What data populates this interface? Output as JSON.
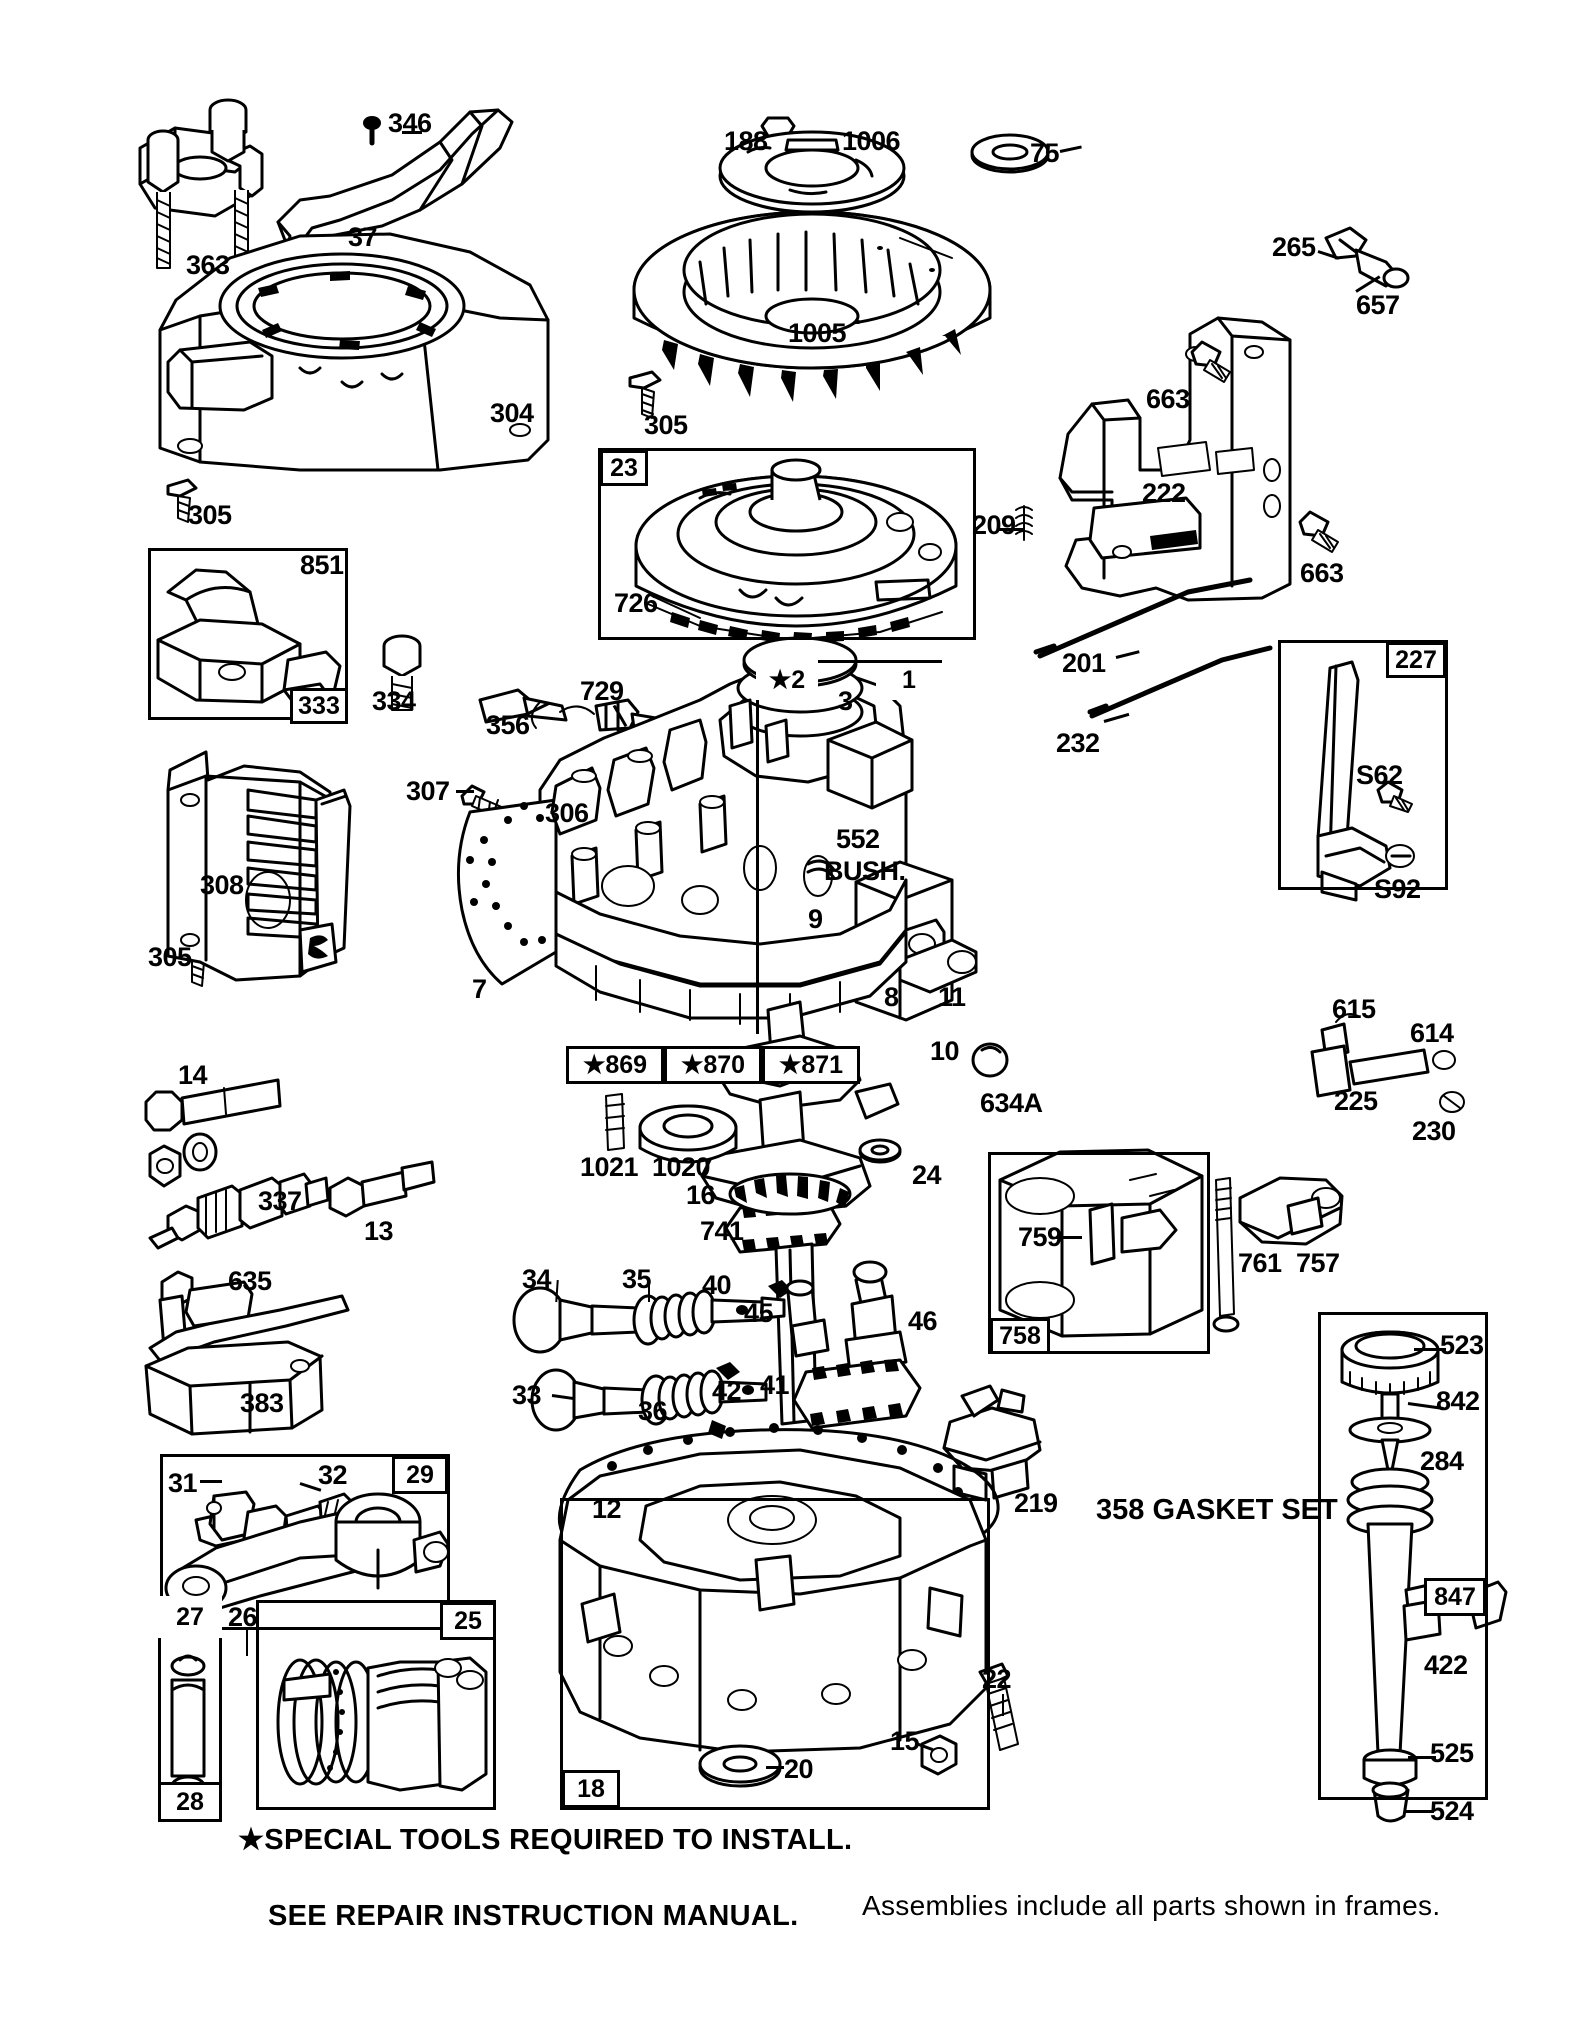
{
  "document": {
    "type": "exploded-parts-diagram",
    "subject": "Small engine (vertical shaft) parts breakdown"
  },
  "footer": {
    "special_tools": "★SPECIAL TOOLS REQUIRED TO INSTALL.",
    "manual": "SEE REPAIR INSTRUCTION MANUAL.",
    "assemblies": "Assemblies include all parts shown in frames.",
    "gasket_set": "358 GASKET SET"
  },
  "frames": [
    {
      "number": "23",
      "position": "top-left-of-frame",
      "note": "flywheel / armature group"
    },
    {
      "number": "726",
      "position": "bottom-left-of-frame",
      "note": "starter clutch assembly"
    },
    {
      "number": "333",
      "position": "bottom-left-of-frame",
      "note": "blower housing bracket group"
    },
    {
      "number": "227",
      "position": "top-right-of-frame",
      "note": "governor lever group"
    },
    {
      "number": "758",
      "position": "bottom-left-of-frame",
      "note": "connecting rod / cap group"
    },
    {
      "number": "847",
      "position": "right-of-frame",
      "note": "dipstick and tube group"
    },
    {
      "number": "29",
      "position": "top-right-of-frame",
      "note": "connecting rod assembly"
    },
    {
      "number": "27",
      "position": "top-left-of-frame",
      "note": "piston pin lock group"
    },
    {
      "number": "28",
      "position": "bottom-left-of-frame",
      "note": "piston pin lock group tag"
    },
    {
      "number": "26",
      "position": "top-left-inside",
      "note": "ring set callout"
    },
    {
      "number": "25",
      "position": "top-right-of-frame",
      "note": "piston assembly"
    },
    {
      "number": "18",
      "position": "bottom-left-of-frame",
      "note": "sump / oil pan"
    },
    {
      "number": "1",
      "position": "top-right-of-frame",
      "note": "cylinder assembly"
    }
  ],
  "callouts": [
    {
      "id": "363",
      "label": "363"
    },
    {
      "id": "346",
      "label": "346"
    },
    {
      "id": "37",
      "label": "37"
    },
    {
      "id": "188",
      "label": "188"
    },
    {
      "id": "1006",
      "label": "1006"
    },
    {
      "id": "75",
      "label": "75"
    },
    {
      "id": "1005",
      "label": "1005"
    },
    {
      "id": "265",
      "label": "265"
    },
    {
      "id": "657",
      "label": "657"
    },
    {
      "id": "304",
      "label": "304"
    },
    {
      "id": "305a",
      "label": "305"
    },
    {
      "id": "305b",
      "label": "305"
    },
    {
      "id": "305c",
      "label": "305"
    },
    {
      "id": "663a",
      "label": "663"
    },
    {
      "id": "663b",
      "label": "663"
    },
    {
      "id": "222",
      "label": "222"
    },
    {
      "id": "209",
      "label": "209"
    },
    {
      "id": "201",
      "label": "201"
    },
    {
      "id": "232",
      "label": "232"
    },
    {
      "id": "851",
      "label": "851"
    },
    {
      "id": "334",
      "label": "334"
    },
    {
      "id": "356",
      "label": "356"
    },
    {
      "id": "729",
      "label": "729"
    },
    {
      "id": "307",
      "label": "307"
    },
    {
      "id": "306",
      "label": "306"
    },
    {
      "id": "star2",
      "label": "★2"
    },
    {
      "id": "3",
      "label": "3"
    },
    {
      "id": "552",
      "label": "552"
    },
    {
      "id": "BUSH",
      "label": "BUSH."
    },
    {
      "id": "9",
      "label": "9"
    },
    {
      "id": "8",
      "label": "8"
    },
    {
      "id": "11",
      "label": "11"
    },
    {
      "id": "10",
      "label": "10"
    },
    {
      "id": "7",
      "label": "7"
    },
    {
      "id": "308",
      "label": "308"
    },
    {
      "id": "star869",
      "label": "★869"
    },
    {
      "id": "star870",
      "label": "★870"
    },
    {
      "id": "star871",
      "label": "★871"
    },
    {
      "id": "634A",
      "label": "634A"
    },
    {
      "id": "1021",
      "label": "1021"
    },
    {
      "id": "1020",
      "label": "1020"
    },
    {
      "id": "16",
      "label": "16"
    },
    {
      "id": "24",
      "label": "24"
    },
    {
      "id": "741",
      "label": "741"
    },
    {
      "id": "14",
      "label": "14"
    },
    {
      "id": "337",
      "label": "337"
    },
    {
      "id": "13",
      "label": "13"
    },
    {
      "id": "635",
      "label": "635"
    },
    {
      "id": "383",
      "label": "383"
    },
    {
      "id": "34",
      "label": "34"
    },
    {
      "id": "35",
      "label": "35"
    },
    {
      "id": "40",
      "label": "40"
    },
    {
      "id": "33",
      "label": "33"
    },
    {
      "id": "36",
      "label": "36"
    },
    {
      "id": "42",
      "label": "42"
    },
    {
      "id": "41",
      "label": "41"
    },
    {
      "id": "45",
      "label": "45"
    },
    {
      "id": "46",
      "label": "46"
    },
    {
      "id": "615",
      "label": "615"
    },
    {
      "id": "614",
      "label": "614"
    },
    {
      "id": "225",
      "label": "225"
    },
    {
      "id": "230",
      "label": "230"
    },
    {
      "id": "S62",
      "label": "S62"
    },
    {
      "id": "S92",
      "label": "S92"
    },
    {
      "id": "759",
      "label": "759"
    },
    {
      "id": "761",
      "label": "761"
    },
    {
      "id": "757",
      "label": "757"
    },
    {
      "id": "219",
      "label": "219"
    },
    {
      "id": "12",
      "label": "12"
    },
    {
      "id": "22",
      "label": "22"
    },
    {
      "id": "15",
      "label": "15"
    },
    {
      "id": "20",
      "label": "20"
    },
    {
      "id": "31",
      "label": "31"
    },
    {
      "id": "32",
      "label": "32"
    },
    {
      "id": "523",
      "label": "523"
    },
    {
      "id": "842",
      "label": "842"
    },
    {
      "id": "284",
      "label": "284"
    },
    {
      "id": "422",
      "label": "422"
    },
    {
      "id": "525",
      "label": "525"
    },
    {
      "id": "524",
      "label": "524"
    }
  ],
  "labels": {
    "n363": "363",
    "n346": "346",
    "n37": "37",
    "n188": "188",
    "n1006": "1006",
    "n75": "75",
    "n1005": "1005",
    "n265": "265",
    "n657": "657",
    "n304": "304",
    "n305a": "305",
    "n305b": "305",
    "n305c": "305",
    "n663a": "663",
    "n663b": "663",
    "n222": "222",
    "n209": "209",
    "n201": "201",
    "n232": "232",
    "n851": "851",
    "n334": "334",
    "n356": "356",
    "n729": "729",
    "n307": "307",
    "n306": "306",
    "nstar2": "★2",
    "n3": "3",
    "n552": "552",
    "nbush": "BUSH.",
    "n9": "9",
    "n8": "8",
    "n11": "11",
    "n10": "10",
    "n7": "7",
    "n308": "308",
    "nstar869": "★869",
    "nstar870": "★870",
    "nstar871": "★871",
    "n634A": "634A",
    "n1021": "1021",
    "n1020": "1020",
    "n16": "16",
    "n24": "24",
    "n741": "741",
    "n14": "14",
    "n337": "337",
    "n13": "13",
    "n635": "635",
    "n383": "383",
    "n34": "34",
    "n35": "35",
    "n40": "40",
    "n33": "33",
    "n36": "36",
    "n42": "42",
    "n41": "41",
    "n45": "45",
    "n46": "46",
    "n615": "615",
    "n614": "614",
    "n225": "225",
    "n230": "230",
    "nS62": "S62",
    "nS92": "S92",
    "n759": "759",
    "n761": "761",
    "n757": "757",
    "n219": "219",
    "n12": "12",
    "n22": "22",
    "n15": "15",
    "n20": "20",
    "n31": "31",
    "n32": "32",
    "n523": "523",
    "n842": "842",
    "n284": "284",
    "n422": "422",
    "n525": "525",
    "n524": "524",
    "f23": "23",
    "f726": "726",
    "f333": "333",
    "f227": "227",
    "f758": "758",
    "f847": "847",
    "f29": "29",
    "f27": "27",
    "f28": "28",
    "f26": "26",
    "f25": "25",
    "f18": "18",
    "f1": "1"
  },
  "colors": {
    "ink": "#000000",
    "paper": "#ffffff"
  }
}
